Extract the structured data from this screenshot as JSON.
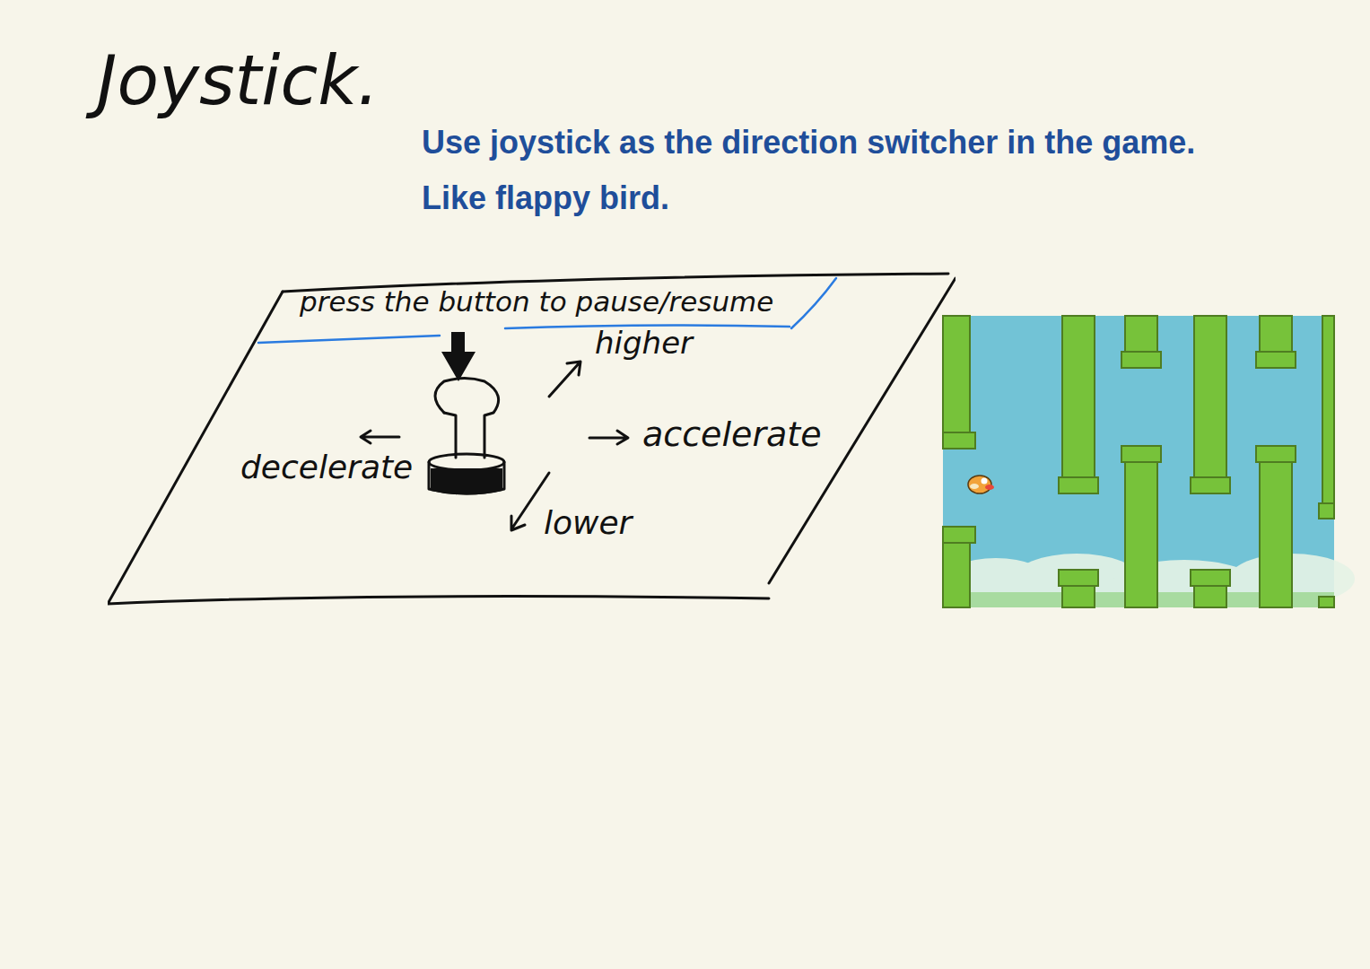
{
  "diagram": {
    "title": "Joystick.",
    "nodes": [
      {
        "text": [
          "press the button to pause/resume",
          "higher",
          "accelerate",
          "decelerate",
          "lower"
        ]
      }
    ],
    "labels": [
      "Use joystick as the direction switcher in the game. Like flappy bird."
    ]
  }
}
